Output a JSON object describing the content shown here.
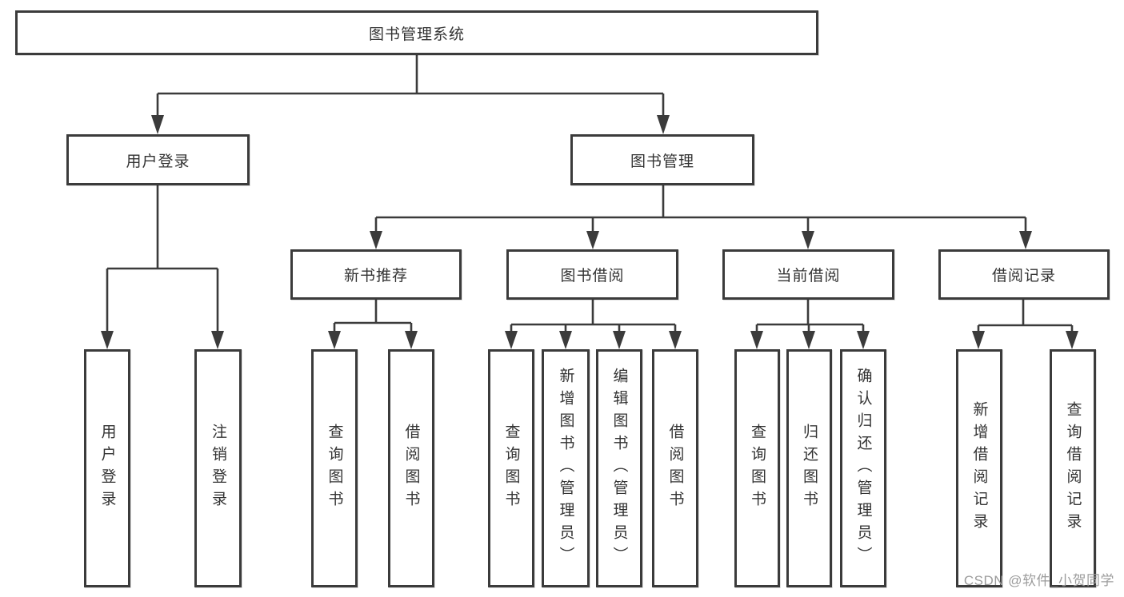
{
  "diagram": {
    "type": "hierarchy-tree",
    "nodes": {
      "root": {
        "label": "图书管理系统"
      },
      "login": {
        "label": "用户登录"
      },
      "bookmgmt": {
        "label": "图书管理"
      },
      "newrec": {
        "label": "新书推荐"
      },
      "borrow": {
        "label": "图书借阅"
      },
      "current": {
        "label": "当前借阅"
      },
      "records": {
        "label": "借阅记录"
      },
      "leaf_user_login": {
        "label": "用户登录"
      },
      "leaf_logout": {
        "label": "注销登录"
      },
      "rec_query_book": {
        "label": "查询图书"
      },
      "rec_borrow_book": {
        "label": "借阅图书"
      },
      "bb_query_book": {
        "label": "查询图书"
      },
      "bb_add_book": {
        "label": "新增图书（管理员）"
      },
      "bb_edit_book": {
        "label": "编辑图书（管理员）"
      },
      "bb_borrow_book": {
        "label": "借阅图书"
      },
      "cb_query_book": {
        "label": "查询图书"
      },
      "cb_return_book": {
        "label": "归还图书"
      },
      "cb_confirm_return": {
        "label": "确认归还（管理员）"
      },
      "br_add_record": {
        "label": "新增借阅记录"
      },
      "br_query_record": {
        "label": "查询借阅记录"
      }
    },
    "edges": [
      [
        "root",
        "login"
      ],
      [
        "root",
        "bookmgmt"
      ],
      [
        "login",
        "leaf_user_login"
      ],
      [
        "login",
        "leaf_logout"
      ],
      [
        "bookmgmt",
        "newrec"
      ],
      [
        "bookmgmt",
        "borrow"
      ],
      [
        "bookmgmt",
        "current"
      ],
      [
        "bookmgmt",
        "records"
      ],
      [
        "newrec",
        "rec_query_book"
      ],
      [
        "newrec",
        "rec_borrow_book"
      ],
      [
        "borrow",
        "bb_query_book"
      ],
      [
        "borrow",
        "bb_add_book"
      ],
      [
        "borrow",
        "bb_edit_book"
      ],
      [
        "borrow",
        "bb_borrow_book"
      ],
      [
        "current",
        "cb_query_book"
      ],
      [
        "current",
        "cb_return_book"
      ],
      [
        "current",
        "cb_confirm_return"
      ],
      [
        "records",
        "br_add_record"
      ],
      [
        "records",
        "br_query_record"
      ]
    ]
  },
  "watermark": {
    "text": "CSDN @软件_小贺同学"
  },
  "colors": {
    "background": "#ffffff",
    "box_border": "#3b3b3b",
    "connector": "#3b3b3b",
    "text": "#333333",
    "watermark": "#9c9c9c"
  }
}
